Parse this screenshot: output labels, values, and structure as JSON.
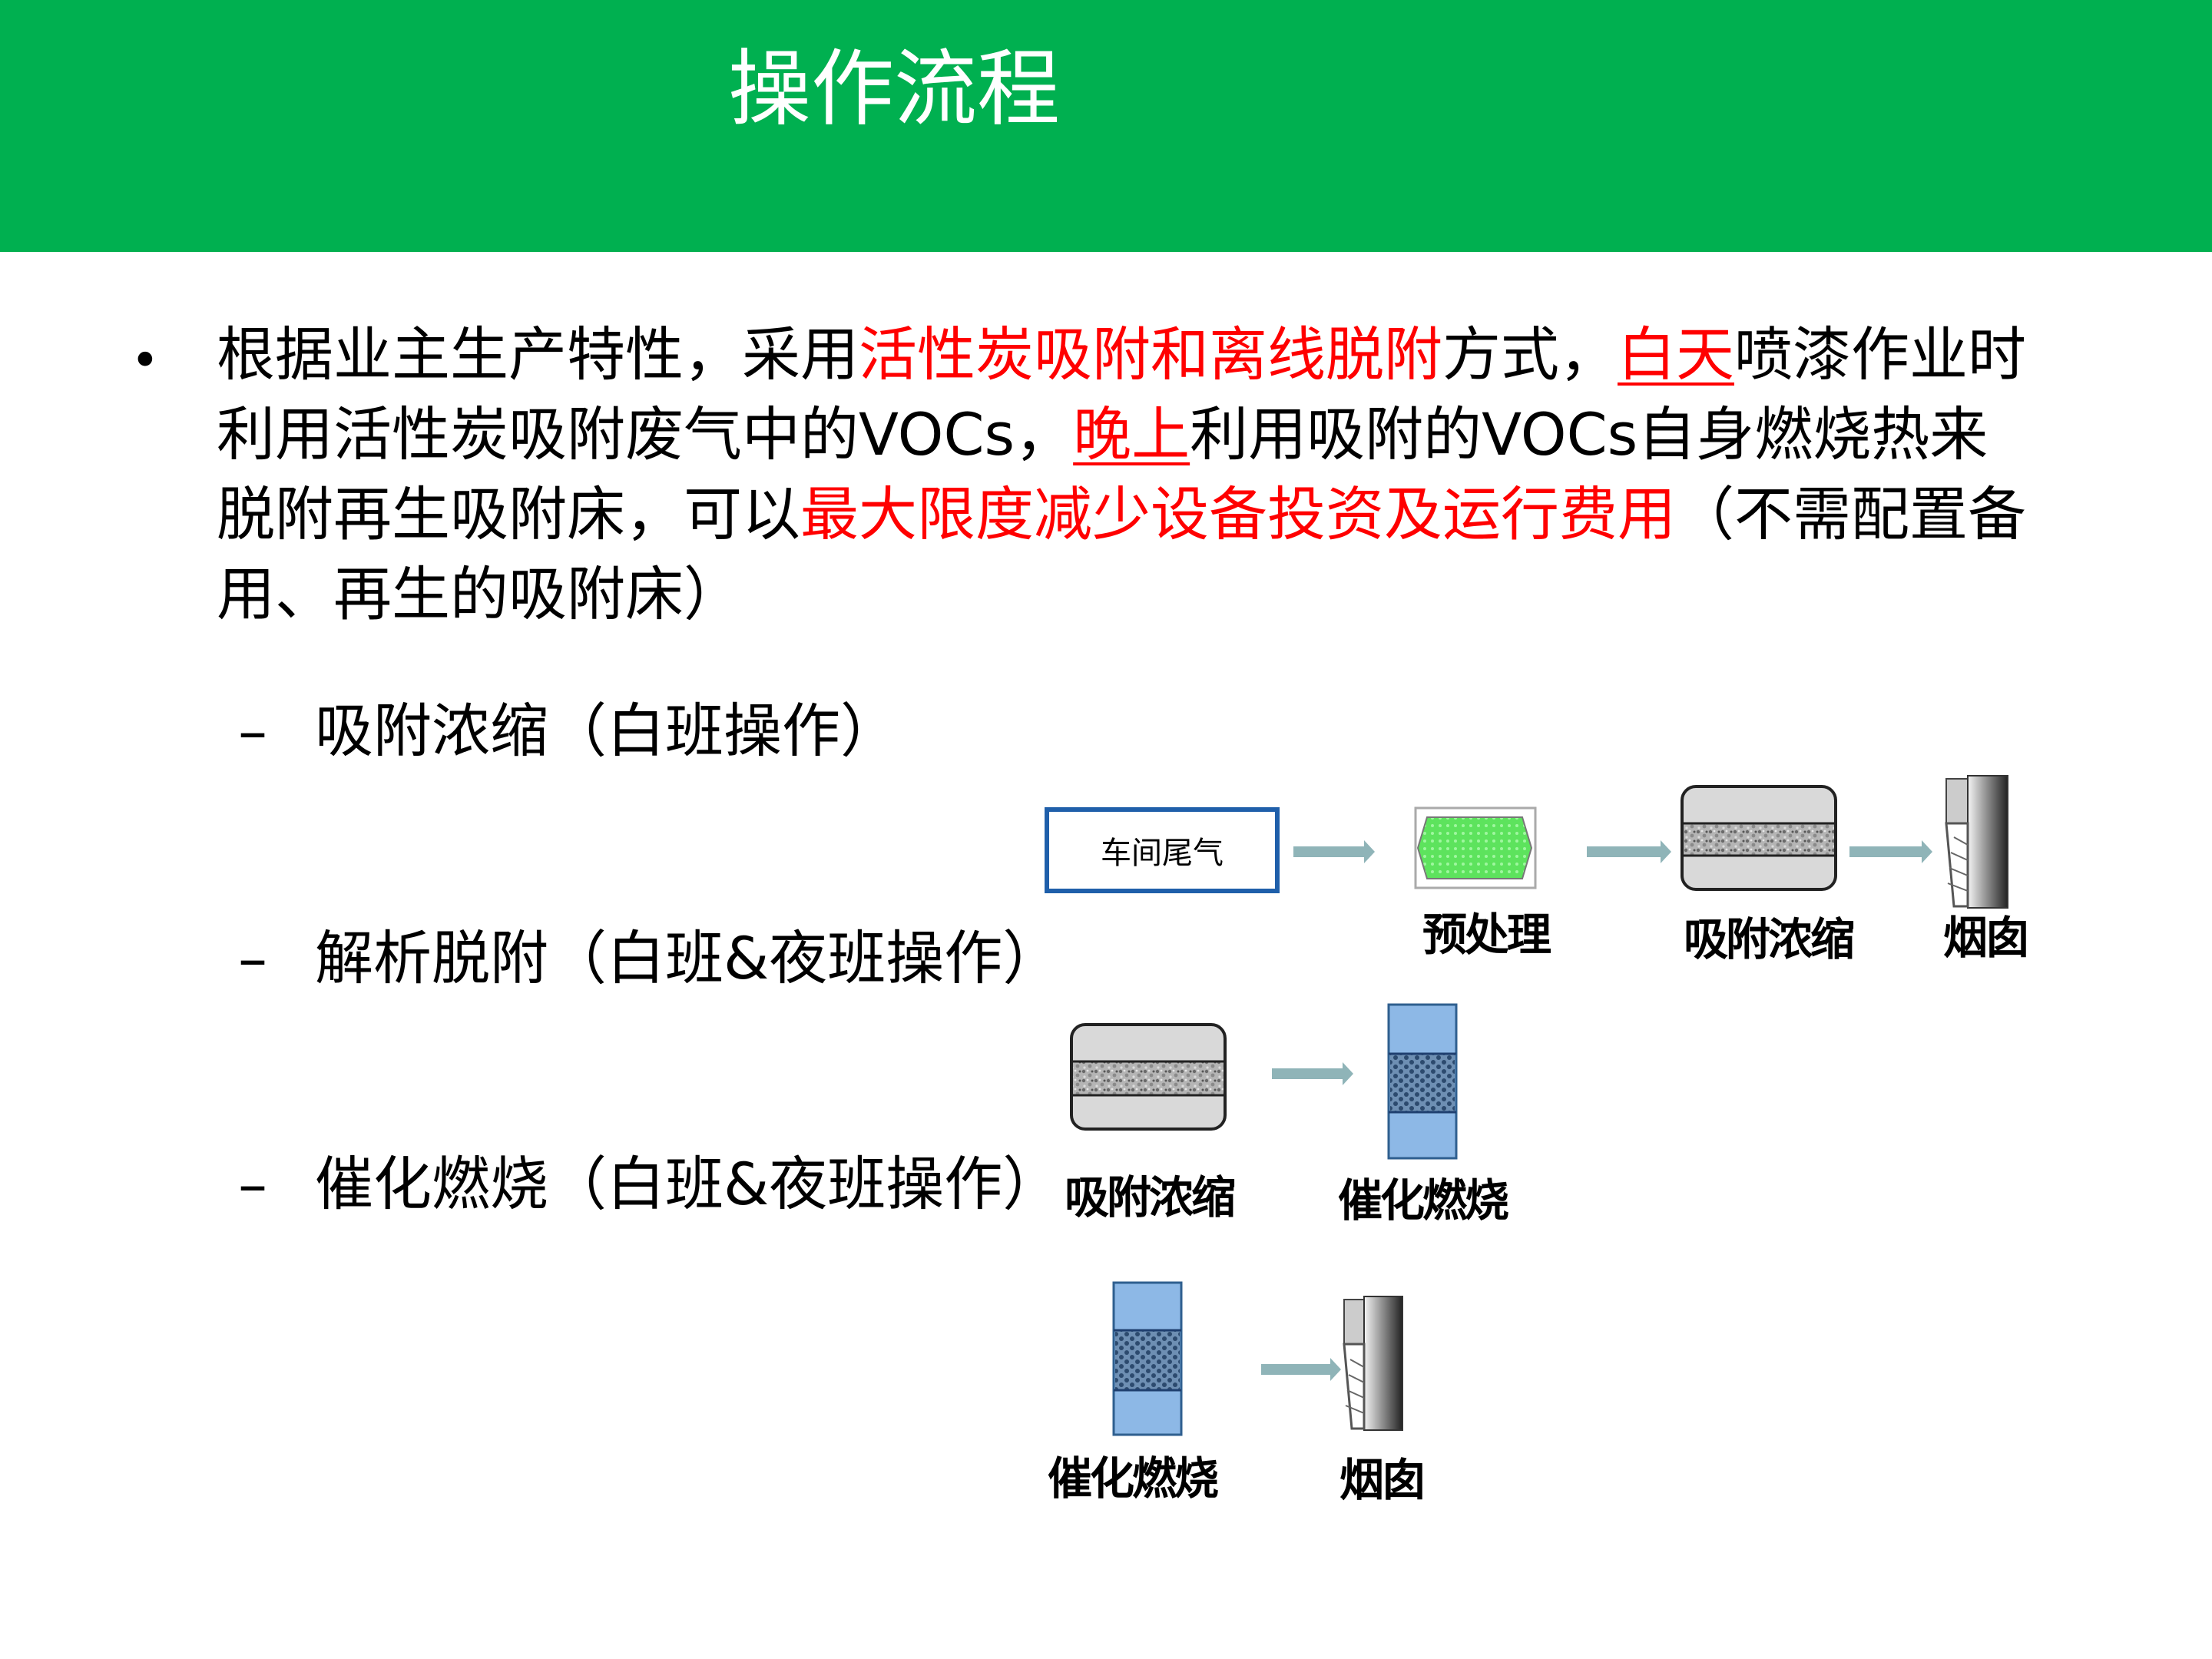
{
  "header": {
    "title": "操作流程"
  },
  "paragraph": {
    "bullet": "•",
    "runs": [
      {
        "text": "根据业主生产特性，采用",
        "style": "normal"
      },
      {
        "text": "活性炭吸附和离线脱附",
        "style": "red"
      },
      {
        "text": "方式，",
        "style": "normal"
      },
      {
        "text": "白天",
        "style": "red-underline"
      },
      {
        "text": "喷漆作业时利用活性炭吸附废气中的VOCs，",
        "style": "normal"
      },
      {
        "text": "晚上",
        "style": "red-underline"
      },
      {
        "text": "利用吸附的VOCs自身燃烧热来脱附再生吸附床，可以",
        "style": "normal"
      },
      {
        "text": "最大限度减少设备投资及运行费用",
        "style": "red"
      },
      {
        "text": "（不需配置备用、再生的吸附床）",
        "style": "normal"
      }
    ]
  },
  "sub_items": [
    {
      "dash": "–",
      "text": "吸附浓缩（白班操作）"
    },
    {
      "dash": "–",
      "text": "解析脱附（白班&夜班操作）"
    },
    {
      "dash": "–",
      "text": "催化燃烧（白班&夜班操作）"
    }
  ],
  "diagram": {
    "row1": {
      "source_box": "车间尾气",
      "labels": [
        "预处理",
        "吸附浓缩",
        "烟囱"
      ]
    },
    "row2": {
      "labels": [
        "吸附浓缩",
        "催化燃烧"
      ]
    },
    "row3": {
      "labels": [
        "催化燃烧",
        "烟囱"
      ]
    }
  },
  "colors": {
    "header_bg": "#00b050",
    "highlight": "#ff0000",
    "box_border": "#1f5faa",
    "arrow": "#8fb4b8"
  }
}
